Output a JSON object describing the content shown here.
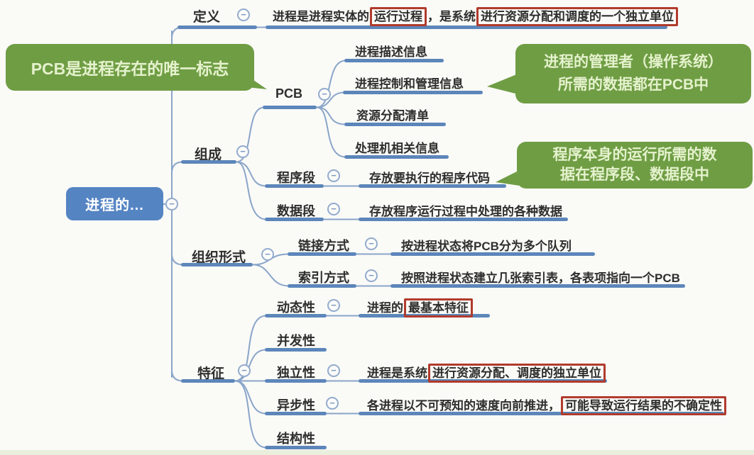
{
  "root": {
    "label": "进程的..."
  },
  "icons": {
    "collapse_glyph": "−"
  },
  "colors": {
    "root_blue": "#5584c3",
    "branch_line_blue": "#5c86ba",
    "callout_green": "#6f9d44",
    "highlight_red": "#b03b2c"
  },
  "branches": {
    "definition": {
      "label": "定义",
      "content": {
        "pre": "进程是进程实体的",
        "box1": "运行过程",
        "mid": "，是系统",
        "box2": "进行资源分配和调度的一个独立单位"
      }
    },
    "composition": {
      "label": "组成",
      "children": {
        "pcb": {
          "label": "PCB",
          "items": [
            "进程描述信息",
            "进程控制和管理信息",
            "资源分配清单",
            "处理机相关信息"
          ]
        },
        "program_segment": {
          "label": "程序段",
          "content": "存放要执行的程序代码"
        },
        "data_segment": {
          "label": "数据段",
          "content": "存放程序运行过程中处理的各种数据"
        }
      }
    },
    "organization": {
      "label": "组织形式",
      "children": {
        "link_mode": {
          "label": "链接方式",
          "content": "按进程状态将PCB分为多个队列"
        },
        "index_mode": {
          "label": "索引方式",
          "content": "按照进程状态建立几张索引表，各表项指向一个PCB"
        }
      }
    },
    "features": {
      "label": "特征",
      "children": {
        "dynamic": {
          "label": "动态性",
          "content_pre": "进程的",
          "content_box": "最基本特征"
        },
        "concurrent": {
          "label": "并发性"
        },
        "independent": {
          "label": "独立性",
          "content_pre": "进程是系统",
          "content_box": "进行资源分配、调度的独立单位"
        },
        "async": {
          "label": "异步性",
          "content_pre": "各进程以不可预知的速度向前推进，",
          "content_box": "可能导致运行结果的不确定性"
        },
        "structural": {
          "label": "结构性"
        }
      }
    }
  },
  "callouts": {
    "pcb_flag": {
      "line1": "PCB是进程存在的唯一标志"
    },
    "pcb_data": {
      "line1": "进程的管理者（操作系统）",
      "line2": "所需的数据都在PCB中"
    },
    "segment_data": {
      "line1": "程序本身的运行所需的数",
      "line2": "据在程序段、数据段中"
    }
  }
}
